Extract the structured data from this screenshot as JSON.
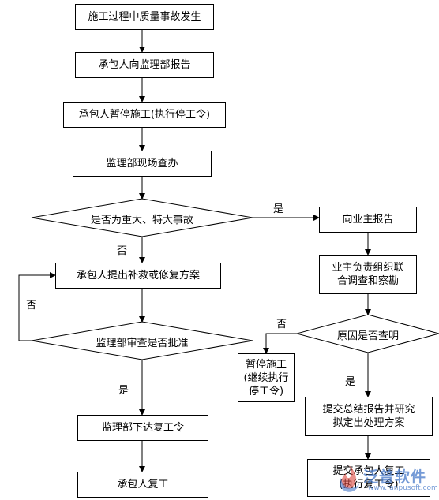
{
  "nodes": {
    "start": "施工过程中质量事故发生",
    "report_supervisor": "承包人向监理部报告",
    "suspend": "承包人暂停施工(执行停工令)",
    "investigate": "监理部现场查办",
    "decision_major": "是否为重大、特大事故",
    "report_owner": "向业主报告",
    "owner_joint_survey": "业主负责组织联\n合调查和察勘",
    "remedy_plan": "承包人提出补救或修复方案",
    "decision_cause": "原因是否查明",
    "decision_approve": "监理部审查是否批准",
    "keep_suspend": "暂停施工\n(继续执行\n停工令)",
    "summary_report": "提交总结报告并研究\n拟定出处理方案",
    "issue_resume": "监理部下达复工令",
    "resume_work": "承包人复工",
    "apply_resume": "提交承包人复工\n(执行复工令)"
  },
  "edge_labels": {
    "major_yes": "是",
    "major_no": "否",
    "approve_no": "否",
    "cause_no": "否",
    "cause_yes": "是",
    "approve_yes": "是"
  },
  "watermark": {
    "text": "泛普软件",
    "url": "www.fanpusoft.com"
  }
}
